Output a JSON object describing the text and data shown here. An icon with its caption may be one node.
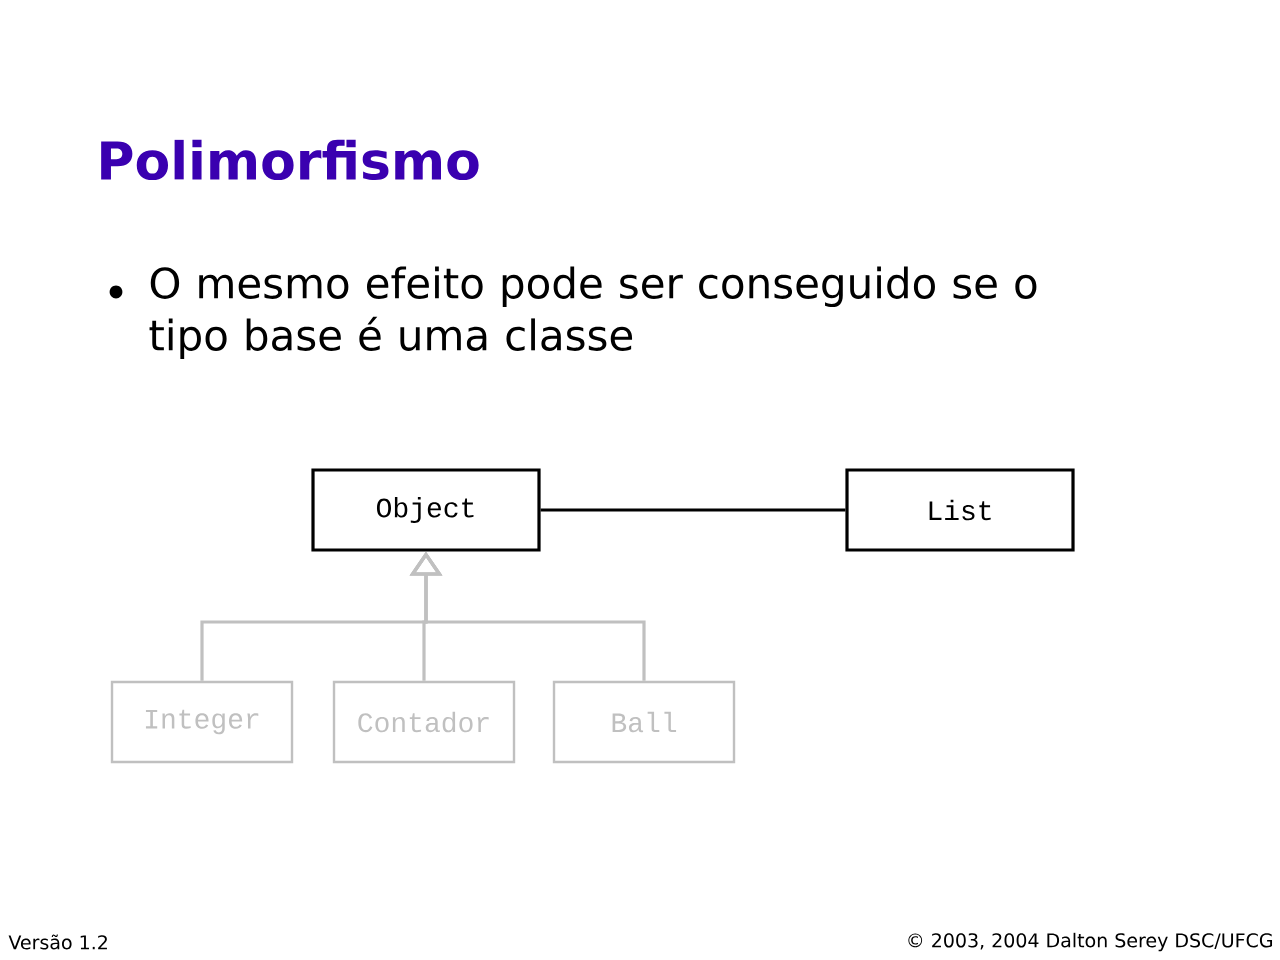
{
  "diagram": {
    "title": "Polimorfismo",
    "nodes": [
      {
        "text": [
          "Object"
        ]
      },
      {
        "text": [
          "List"
        ]
      },
      {
        "text": [
          "Integer"
        ]
      },
      {
        "text": [
          "Contador"
        ]
      },
      {
        "text": [
          "Ball"
        ]
      }
    ],
    "edges": [
      {
        "from": 0,
        "to": 1,
        "arrow": "none",
        "color": "#000000"
      },
      {
        "from": 2,
        "to": 0,
        "arrow": "to",
        "color": "#c0c0c0"
      },
      {
        "from": 3,
        "to": 0,
        "arrow": "to",
        "color": "#c0c0c0"
      },
      {
        "from": 4,
        "to": 0,
        "arrow": "to",
        "color": "#c0c0c0"
      }
    ],
    "labels": [
      "O mesmo efeito pode ser conseguido se o tipo base é uma classe",
      "Versão 1.2",
      "© 2003, 2004 Dalton Serey DSC/UFCG"
    ]
  }
}
